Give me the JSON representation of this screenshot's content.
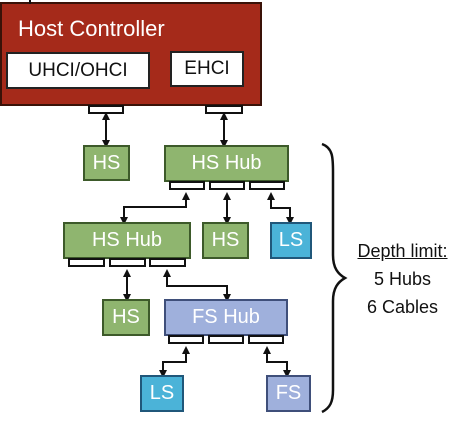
{
  "host_controller": {
    "title": "Host Controller",
    "uhci_label": "UHCI/OHCI",
    "ehci_label": "EHCI"
  },
  "devices": {
    "hs_a": "HS",
    "hs_hub_1": "HS Hub",
    "hs_hub_2": "HS Hub",
    "hs_b": "HS",
    "ls_a": "LS",
    "hs_c": "HS",
    "fs_hub": "FS Hub",
    "ls_b": "LS",
    "fs": "FS"
  },
  "depth_limit": {
    "heading": "Depth limit:",
    "hubs": "5 Hubs",
    "cables": "6 Cables"
  },
  "colors": {
    "host": "#a52a1a",
    "high_speed": "#8fb56f",
    "low_speed": "#4bb3d8",
    "full_speed": "#9fb0dc"
  }
}
